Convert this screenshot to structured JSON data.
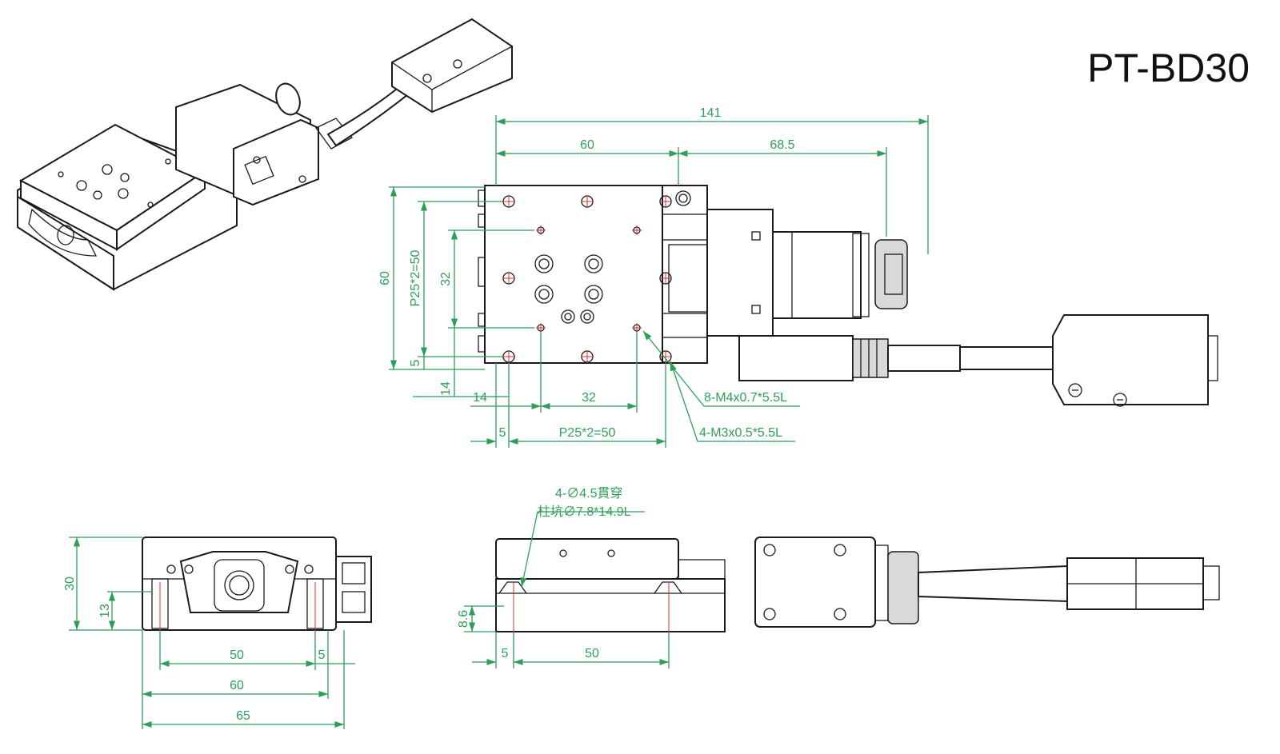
{
  "title": "PT-BD30",
  "dimensions": {
    "overall_length": "141",
    "stage_width": "60",
    "motor_length": "68.5",
    "side_height": "60",
    "pitch_vertical": "P25*2=50",
    "hole_spacing_vertical": "32",
    "offset_5_left": "5",
    "offset_14_left": "14",
    "offset_14_bottom": "14",
    "hole_spacing_horizontal": "32",
    "offset_5_bottom": "5",
    "pitch_horizontal": "P25*2=50",
    "front_height": "30",
    "front_rail_height": "13",
    "front_hole_spacing": "50",
    "front_offset": "5",
    "front_width_60": "60",
    "front_width_65": "65",
    "side_counterbore_height": "8.6",
    "side_offset": "5",
    "side_hole_spacing": "50"
  },
  "callouts": {
    "tapped_m4": "8-M4x0.7*5.5L",
    "tapped_m3": "4-M3x0.5*5.5L",
    "through_hole": "4-∅4.5貫穿",
    "counterbore": "柱坑∅7.8*14.9L"
  },
  "colors": {
    "outline": "#1a1a1a",
    "dimension": "#2e9e5b",
    "centerline": "#e03030"
  }
}
